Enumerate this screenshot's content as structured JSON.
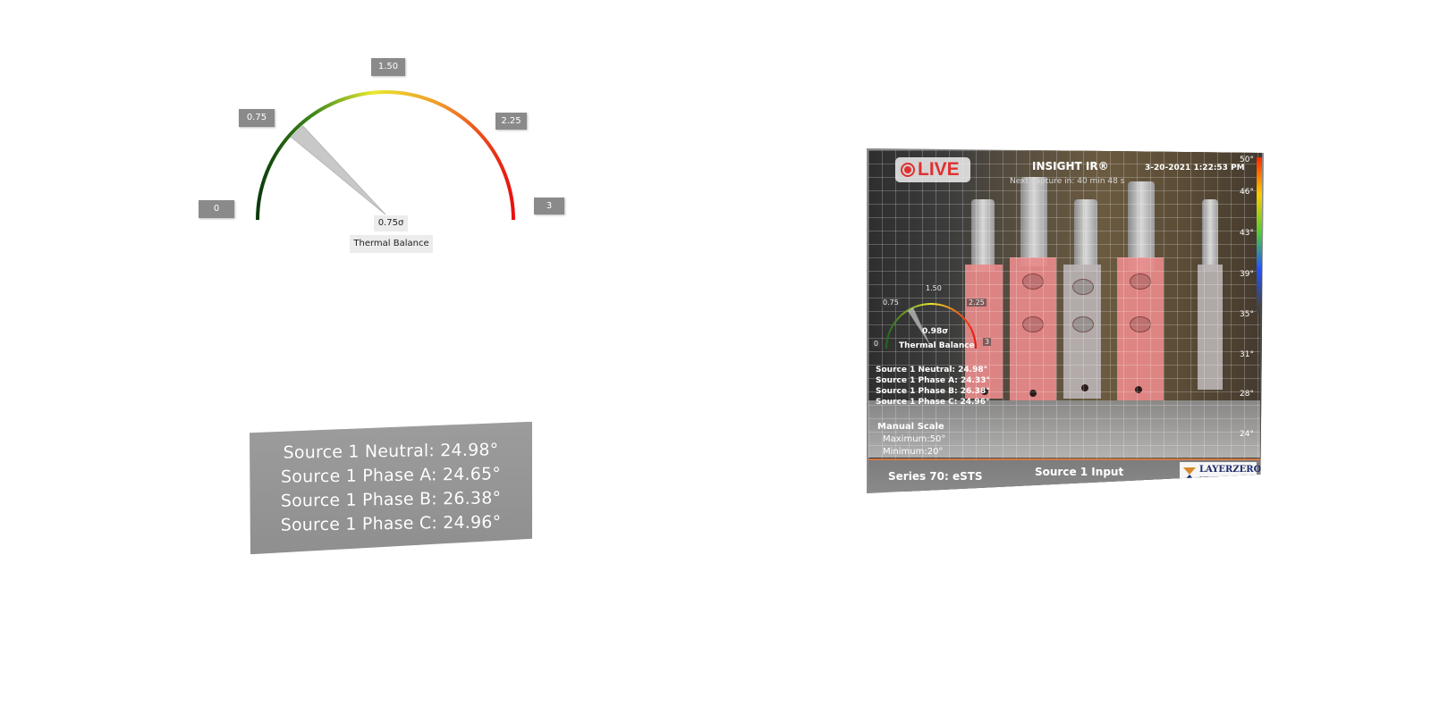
{
  "gauge": {
    "ticks": [
      "0",
      "0.75",
      "1.50",
      "2.25",
      "3"
    ],
    "value_text": "0.75σ",
    "label": "Thermal Balance",
    "value": 0.75,
    "range": [
      0,
      3
    ]
  },
  "readings": [
    "Source 1 Neutral: 24.98°",
    "Source 1 Phase A: 24.65°",
    "Source 1 Phase B: 26.38°",
    "Source 1 Phase C: 24.96°"
  ],
  "hmi": {
    "live_label": "LIVE",
    "title": "INSIGHT IR®",
    "subtitle": "Next capture in: 40 min 48 s",
    "datetime": "3-20-2021 1:22:53 PM",
    "scale_ticks": [
      "50°",
      "46°",
      "43°",
      "39°",
      "35°",
      "31°",
      "28°",
      "24°"
    ],
    "mini_gauge": {
      "ticks": [
        "0",
        "0.75",
        "1.50",
        "2.25",
        "3"
      ],
      "value_text": "0.98σ",
      "label": "Thermal Balance"
    },
    "readings": [
      "Source 1 Neutral: 24.98°",
      "Source 1 Phase A: 24.33°",
      "Source 1 Phase B: 26.38°",
      "Source 1 Phase C: 24.96°"
    ],
    "manual_scale": {
      "title": "Manual Scale",
      "maximum": "Maximum:50°",
      "minimum": "Minimum:20°"
    },
    "footer_left": "Series 70: eSTS",
    "footer_center": "Source 1 Input",
    "logo": {
      "line1": "LAYERZERO",
      "line2": "POWER SYSTEMS, INC"
    }
  },
  "colors": {
    "live_red": "#e03030",
    "tick_bg": "#8a8a8a",
    "gauge_start": "#0b3a0b",
    "gauge_mid": "#e8e830",
    "gauge_end": "#e81010"
  }
}
